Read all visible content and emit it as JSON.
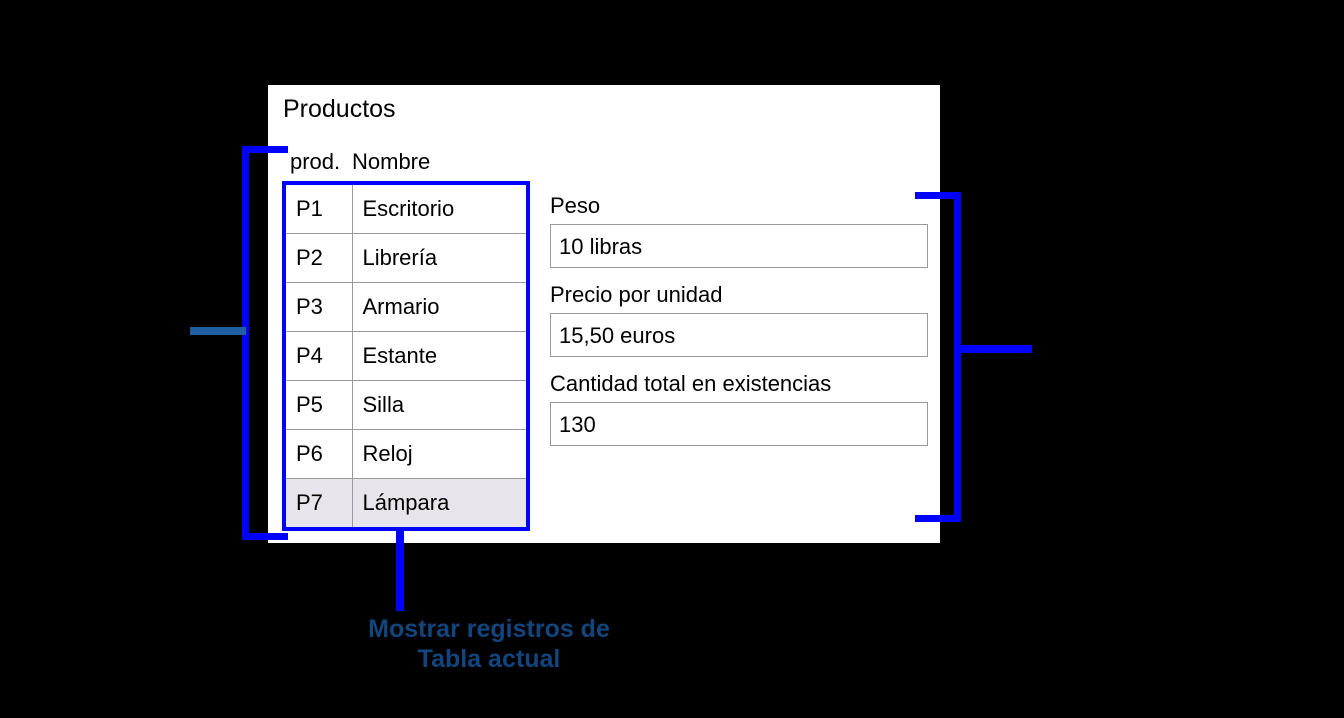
{
  "panel": {
    "title": "Productos"
  },
  "table": {
    "header_id": "prod.",
    "header_name": "Nombre",
    "rows": [
      {
        "id": "P1",
        "name": "Escritorio",
        "selected": false
      },
      {
        "id": "P2",
        "name": "Librería",
        "selected": false
      },
      {
        "id": "P3",
        "name": "Armario",
        "selected": false
      },
      {
        "id": "P4",
        "name": "Estante",
        "selected": false
      },
      {
        "id": "P5",
        "name": "Silla",
        "selected": false
      },
      {
        "id": "P6",
        "name": "Reloj",
        "selected": false
      },
      {
        "id": "P7",
        "name": "Lámpara",
        "selected": true
      }
    ]
  },
  "fields": [
    {
      "label": "Peso",
      "value": "10 libras"
    },
    {
      "label": "Precio por unidad",
      "value": "15,50 euros"
    },
    {
      "label": "Cantidad total en existencias",
      "value": "130"
    }
  ],
  "caption": {
    "line1": "Mostrar registros de",
    "line2": "Tabla actual"
  },
  "colors": {
    "background": "#000000",
    "panel": "#ffffff",
    "annotation_blue": "#0000ff",
    "stub_blue": "#1f5fa0",
    "caption_blue": "#12457e",
    "selected_row": "#e8e4ec",
    "cell_border": "#9a9a9a"
  }
}
